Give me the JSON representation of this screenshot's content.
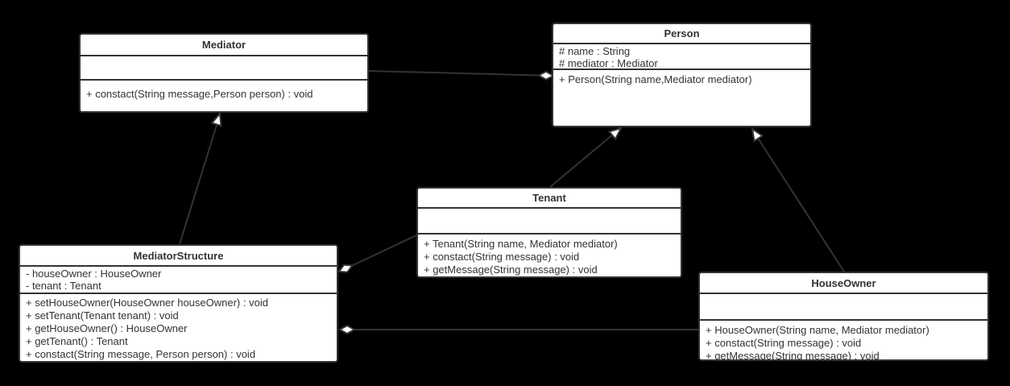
{
  "diagram": {
    "type": "uml-class-diagram",
    "pattern": "Mediator",
    "colors": {
      "background": "#000000",
      "box_fill": "#ffffff",
      "stroke": "#333333",
      "text": "#333333",
      "marker_fill": "#ffffff"
    },
    "classes": [
      {
        "name": "Mediator",
        "attributes": [],
        "methods": [
          "+ constact(String message,Person person) : void"
        ]
      },
      {
        "name": "Person",
        "attributes": [
          "# name : String",
          "# mediator : Mediator"
        ],
        "methods": [
          "+ Person(String name,Mediator mediator)"
        ]
      },
      {
        "name": "Tenant",
        "attributes": [],
        "methods": [
          "+ Tenant(String name, Mediator mediator)",
          "+ constact(String message) : void",
          "+ getMessage(String message) : void"
        ]
      },
      {
        "name": "MediatorStructure",
        "attributes": [
          "- houseOwner : HouseOwner",
          "- tenant : Tenant"
        ],
        "methods": [
          "+ setHouseOwner(HouseOwner houseOwner) : void",
          "+ setTenant(Tenant tenant) : void",
          "+ getHouseOwner() : HouseOwner",
          "+ getTenant() : Tenant",
          "+ constact(String message, Person person) : void"
        ]
      },
      {
        "name": "HouseOwner",
        "attributes": [],
        "methods": [
          "+ HouseOwner(String name, Mediator mediator)",
          "+ constact(String message) : void",
          "+ getMessage(String message) : void"
        ]
      }
    ],
    "relationships": [
      {
        "from": "MediatorStructure",
        "to": "Mediator",
        "type": "generalization"
      },
      {
        "from": "Tenant",
        "to": "Person",
        "type": "generalization"
      },
      {
        "from": "HouseOwner",
        "to": "Person",
        "type": "generalization"
      },
      {
        "from": "Mediator",
        "to": "Person",
        "type": "aggregation"
      },
      {
        "from": "Tenant",
        "to": "MediatorStructure",
        "type": "aggregation"
      },
      {
        "from": "HouseOwner",
        "to": "MediatorStructure",
        "type": "aggregation"
      }
    ]
  }
}
